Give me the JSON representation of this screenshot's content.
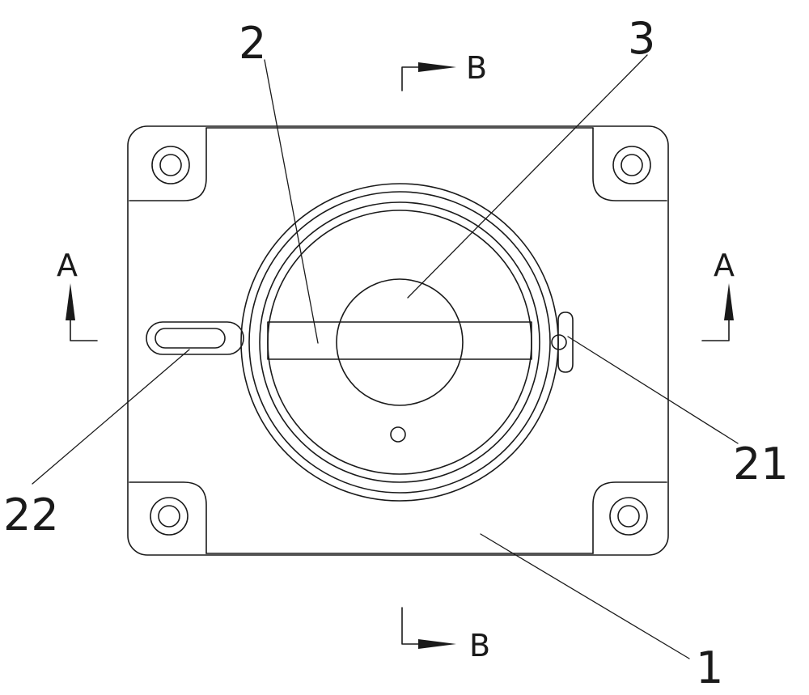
{
  "figure": {
    "part_labels": {
      "housing": "1",
      "slider": "2",
      "knob": "3",
      "pin": "21",
      "slot": "22"
    },
    "section_marks": {
      "horizontal": "B",
      "vertical": "A"
    },
    "colors": {
      "line": "#1a1a1a",
      "background": "#ffffff"
    }
  }
}
